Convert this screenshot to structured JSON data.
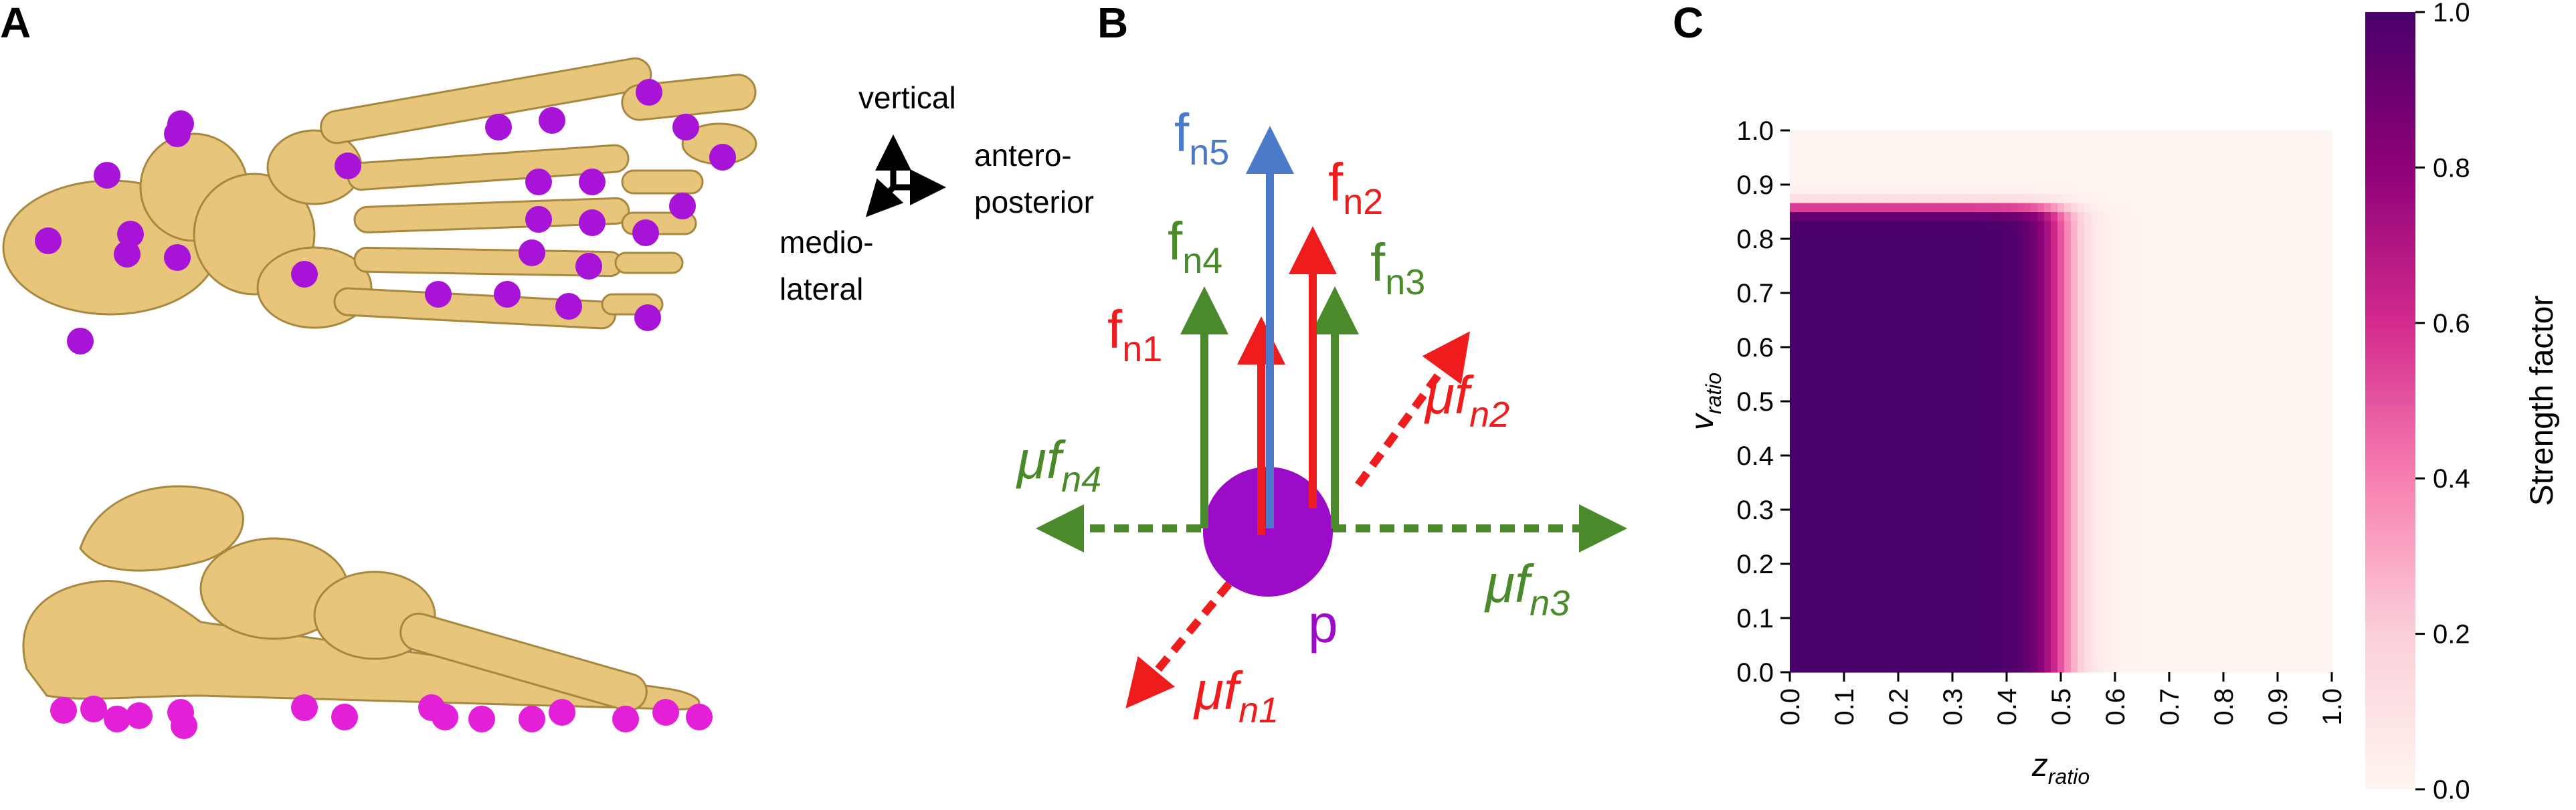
{
  "panels": {
    "a": {
      "label": "A"
    },
    "b": {
      "label": "B",
      "axes": {
        "vertical": "vertical",
        "ap_1": "antero-",
        "ap_2": "posterior",
        "ml_1": "medio-",
        "ml_2": "lateral"
      },
      "forces": {
        "fn1": {
          "f": "f",
          "sub": "n1"
        },
        "fn2": {
          "f": "f",
          "sub": "n2"
        },
        "fn3": {
          "f": "f",
          "sub": "n3"
        },
        "fn4": {
          "f": "f",
          "sub": "n4"
        },
        "fn5": {
          "f": "f",
          "sub": "n5"
        },
        "mufn1": {
          "f": "μf",
          "sub": "n1"
        },
        "mufn2": {
          "f": "μf",
          "sub": "n2"
        },
        "mufn3": {
          "f": "μf",
          "sub": "n3"
        },
        "mufn4": {
          "f": "μf",
          "sub": "n4"
        }
      },
      "point_label": "p",
      "colors": {
        "red": "#ee1c1c",
        "green": "#4a8a2a",
        "blue": "#4a7ac8",
        "purple": "#9b0bc8"
      }
    },
    "c": {
      "label": "C"
    }
  },
  "chart_data": {
    "type": "heatmap",
    "xlabel_main": "z",
    "xlabel_sub": "ratio",
    "ylabel_main": "v",
    "ylabel_sub": "ratio",
    "x_ticks": [
      "0.0",
      "0.1",
      "0.2",
      "0.3",
      "0.4",
      "0.5",
      "0.6",
      "0.7",
      "0.8",
      "0.9",
      "1.0"
    ],
    "y_ticks": [
      "0.0",
      "0.1",
      "0.2",
      "0.3",
      "0.4",
      "0.5",
      "0.6",
      "0.7",
      "0.8",
      "0.9",
      "1.0"
    ],
    "xlim": [
      0,
      1
    ],
    "ylim": [
      0,
      1
    ],
    "colorbar": {
      "label": "Strength factor",
      "ticks": [
        "0.0",
        "0.2",
        "0.4",
        "0.6",
        "0.8",
        "1.0"
      ],
      "range": [
        0,
        1
      ],
      "colors": [
        "#fff5f0",
        "#fbcfd9",
        "#f77fb0",
        "#d32a8d",
        "#8e0178",
        "#49006a"
      ]
    },
    "model": {
      "z_transition_center": 0.5,
      "z_transition_width": 0.1,
      "v_transition_center": 0.86,
      "v_transition_width": 0.03
    }
  }
}
